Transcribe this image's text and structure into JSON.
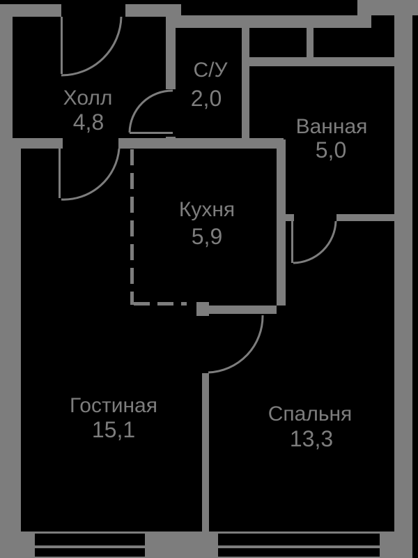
{
  "plan": {
    "background_color": "#000000",
    "wall_color": "#7d7d7d",
    "line_color": "#7d7d7d",
    "rooms": [
      {
        "id": "hall",
        "name": "Холл",
        "area": "4,8"
      },
      {
        "id": "wc",
        "name": "С/У",
        "area": "2,0"
      },
      {
        "id": "bathroom",
        "name": "Ванная",
        "area": "5,0"
      },
      {
        "id": "kitchen",
        "name": "Кухня",
        "area": "5,9"
      },
      {
        "id": "living",
        "name": "Гостиная",
        "area": "15,1"
      },
      {
        "id": "bedroom",
        "name": "Спальня",
        "area": "13,3"
      }
    ]
  }
}
